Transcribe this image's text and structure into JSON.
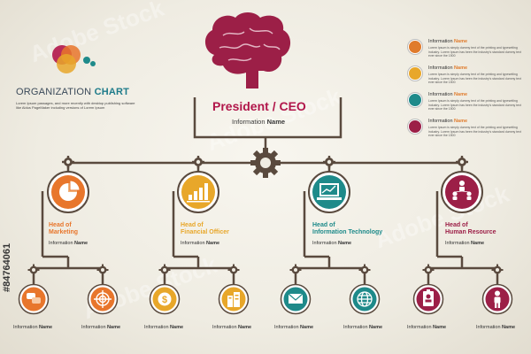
{
  "header": {
    "title_part1": "ORGANIZATION",
    "title_part2": "CHART",
    "description": "Lorem Ipsum passages, and more recently with desktop publishing software like Aldus PageMaker including versions of Lorem Ipsum"
  },
  "ceo": {
    "title": "President / CEO",
    "info_prefix": "Information",
    "info_name": "Name"
  },
  "legend": [
    {
      "label": "Information",
      "name": "Name",
      "color": "#e07b2c",
      "desc": "Lorem Ipsum is simply dummy text of the printing and typesetting industry. Lorem Ipsum has been the industry's standard dummy text ever since the 1500"
    },
    {
      "label": "Information",
      "name": "Name",
      "color": "#e8a72a",
      "desc": "Lorem Ipsum is simply dummy text of the printing and typesetting industry. Lorem Ipsum has been the industry's standard dummy text ever since the 1500"
    },
    {
      "label": "Information",
      "name": "Name",
      "color": "#1e8a8a",
      "desc": "Lorem Ipsum is simply dummy text of the printing and typesetting industry. Lorem Ipsum has been the industry's standard dummy text ever since the 1500"
    },
    {
      "label": "Information",
      "name": "Name",
      "color": "#9c1f47",
      "desc": "Lorem Ipsum is simply dummy text of the printing and typesetting industry. Lorem Ipsum has been the industry's standard dummy text ever since the 1500"
    }
  ],
  "heads": [
    {
      "line1": "Head of",
      "line2": "Marketing",
      "info_prefix": "Information",
      "info_name": "Name",
      "color": "#e8762c",
      "icon": "pie-chart-icon"
    },
    {
      "line1": "Head of",
      "line2": "Financial Officer",
      "info_prefix": "Information",
      "info_name": "Name",
      "color": "#e8a72a",
      "icon": "bar-chart-icon"
    },
    {
      "line1": "Head of",
      "line2": "Information Technology",
      "info_prefix": "Information",
      "info_name": "Name",
      "color": "#1e8a8a",
      "icon": "laptop-chart-icon"
    },
    {
      "line1": "Head of",
      "line2": "Human Resource",
      "info_prefix": "Information",
      "info_name": "Name",
      "color": "#9c1f47",
      "icon": "team-icon"
    }
  ],
  "subs": [
    {
      "info_prefix": "Information",
      "info_name": "Name",
      "color": "#e8762c",
      "icon": "speech-bubbles-icon"
    },
    {
      "info_prefix": "Information",
      "info_name": "Name",
      "color": "#e8762c",
      "icon": "target-icon"
    },
    {
      "info_prefix": "Information",
      "info_name": "Name",
      "color": "#e8a72a",
      "icon": "dollar-coin-icon"
    },
    {
      "info_prefix": "Information",
      "info_name": "Name",
      "color": "#e8a72a",
      "icon": "buildings-icon"
    },
    {
      "info_prefix": "Information",
      "info_name": "Name",
      "color": "#1e8a8a",
      "icon": "envelope-icon"
    },
    {
      "info_prefix": "Information",
      "info_name": "Name",
      "color": "#1e8a8a",
      "icon": "globe-icon"
    },
    {
      "info_prefix": "Information",
      "info_name": "Name",
      "color": "#9c1f47",
      "icon": "id-card-icon"
    },
    {
      "info_prefix": "Information",
      "info_name": "Name",
      "color": "#9c1f47",
      "icon": "person-icon"
    }
  ],
  "watermark": "Adobe Stock",
  "stock_id": "#84764061",
  "colors": {
    "line": "#5a4a3e",
    "orange": "#e8762c",
    "yellow": "#e8a72a",
    "teal": "#1e8a8a",
    "crimson": "#9c1f47"
  }
}
